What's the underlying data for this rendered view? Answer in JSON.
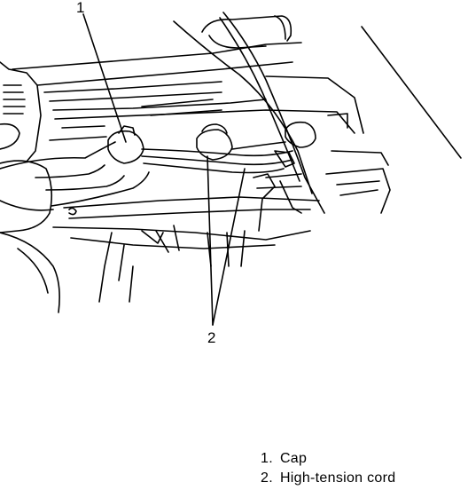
{
  "callouts": {
    "one": "1",
    "two": "2"
  },
  "legend": [
    {
      "num": "1.",
      "text": "Cap"
    },
    {
      "num": "2.",
      "text": "High-tension cord"
    }
  ],
  "colors": {
    "ink": "#000000",
    "paper": "#ffffff"
  }
}
